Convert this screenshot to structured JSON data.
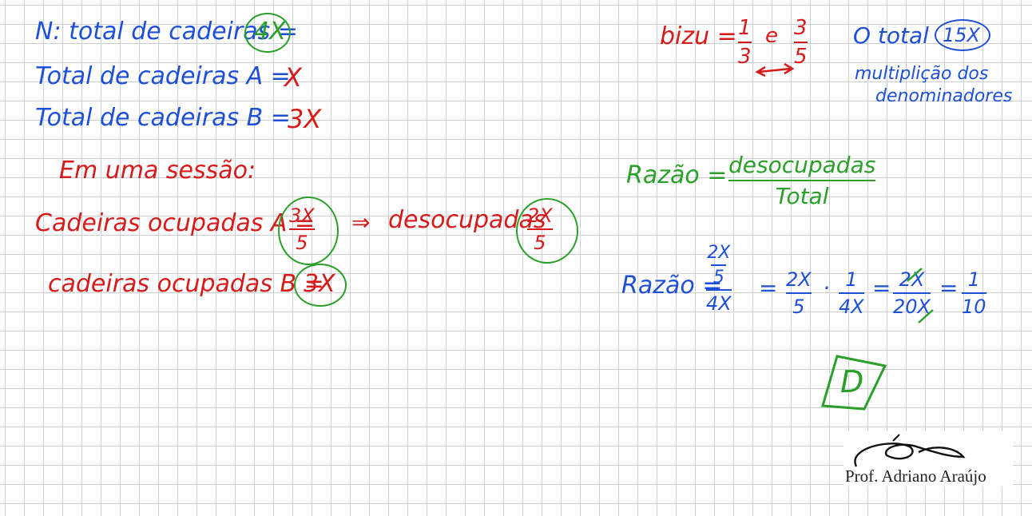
{
  "left": {
    "line1_label": "N: total de cadeiras =",
    "line1_value": "4X",
    "line2_label": "Total de cadeiras A =",
    "line2_value": "X",
    "line3_label": "Total de cadeiras B =",
    "line3_value": "3X",
    "session_title": "Em uma sessão:",
    "occupied_a_label": "Cadeiras ocupadas A =",
    "occupied_a_num": "3X",
    "occupied_a_den": "5",
    "arrow": "⇒",
    "unoccupied_label": "desocupadas",
    "unoccupied_num": "2X",
    "unoccupied_den": "5",
    "occupied_b_label": "cadeiras ocupadas B =",
    "occupied_b_value": "3X"
  },
  "tip": {
    "label": "bizu =",
    "f1_num": "1",
    "f1_den": "3",
    "connector": "e",
    "f2_num": "3",
    "f2_den": "5",
    "total_label": "O total",
    "total_value": "15X",
    "note_line1": "multiplição dos",
    "note_line2": "denominadores"
  },
  "ratio_def": {
    "label": "Razão =",
    "num": "desocupadas",
    "den": "Total"
  },
  "ratio_calc": {
    "label": "Razão =",
    "inner_num": "2X",
    "inner_den": "5",
    "outer_den": "4X",
    "eq1": "=",
    "s1_num": "2X",
    "s1_den": "5",
    "dot": "·",
    "s2_num": "1",
    "s2_den": "4X",
    "eq2": "=",
    "s3_num": "2X",
    "s3_den": "20X",
    "eq3": "=",
    "s4_num": "1",
    "s4_den": "10"
  },
  "answer": "D",
  "signature": "Prof. Adriano Araújo"
}
